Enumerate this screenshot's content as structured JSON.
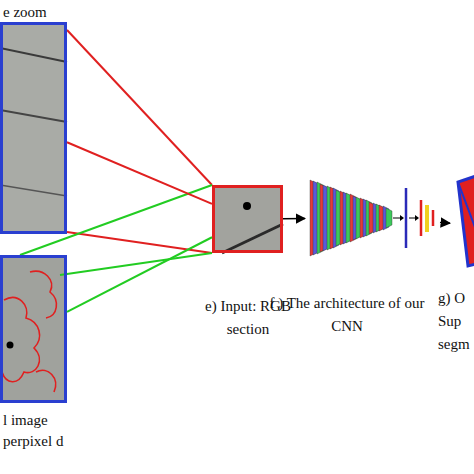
{
  "diagram": {
    "nodes": [
      {
        "text": [
          "e zoom"
        ]
      },
      {
        "text": [
          "l image perpixel d"
        ]
      },
      {
        "text": [
          "e) Input: RGB section"
        ]
      },
      {
        "text": [
          "f ) The architecture of our CNN"
        ]
      },
      {
        "text": [
          "g) O Sup segm"
        ]
      }
    ],
    "edges": [
      {
        "from": 0,
        "to": 2,
        "arrow": "none"
      },
      {
        "from": 1,
        "to": 2,
        "arrow": "none"
      },
      {
        "from": 2,
        "to": 3,
        "arrow": "to"
      },
      {
        "from": 3,
        "to": 4,
        "arrow": "to"
      }
    ]
  }
}
